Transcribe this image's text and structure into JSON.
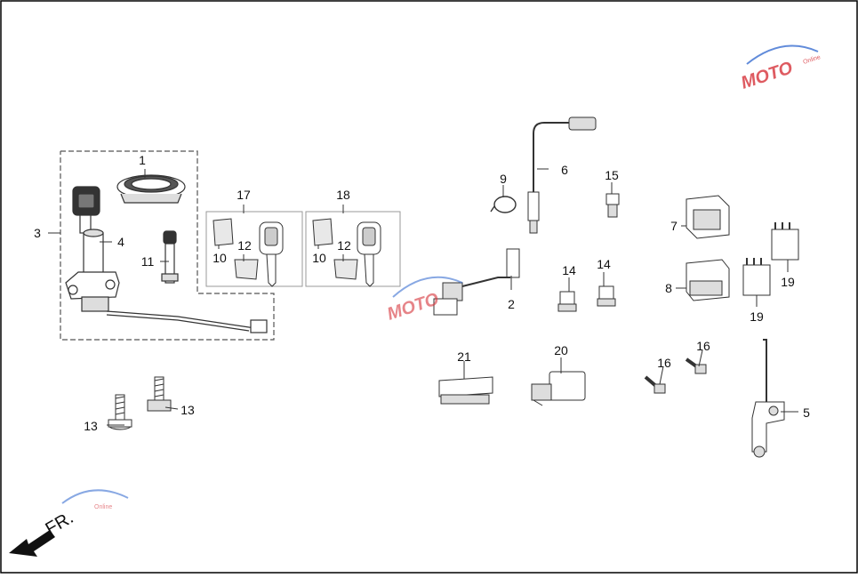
{
  "diagram": {
    "callouts": {
      "c1": "1",
      "c2": "2",
      "c3": "3",
      "c4": "4",
      "c5": "5",
      "c6": "6",
      "c7": "7",
      "c8": "8",
      "c9": "9",
      "c10a": "10",
      "c10b": "10",
      "c11": "11",
      "c12a": "12",
      "c12b": "12",
      "c13a": "13",
      "c13b": "13",
      "c14a": "14",
      "c14b": "14",
      "c15": "15",
      "c16a": "16",
      "c16b": "16",
      "c17": "17",
      "c18": "18",
      "c19a": "19",
      "c19b": "19",
      "c20": "20",
      "c21": "21"
    },
    "front_indicator": "FR.",
    "watermark": {
      "brand": "MOTO",
      "tag": "Online"
    },
    "colors": {
      "line": "#333333",
      "fill": "#ffffff",
      "shade": "#d9d9d9",
      "dashed": "#666666",
      "watermark_blue": "#3a6fd1",
      "watermark_red": "#d6333a"
    }
  }
}
